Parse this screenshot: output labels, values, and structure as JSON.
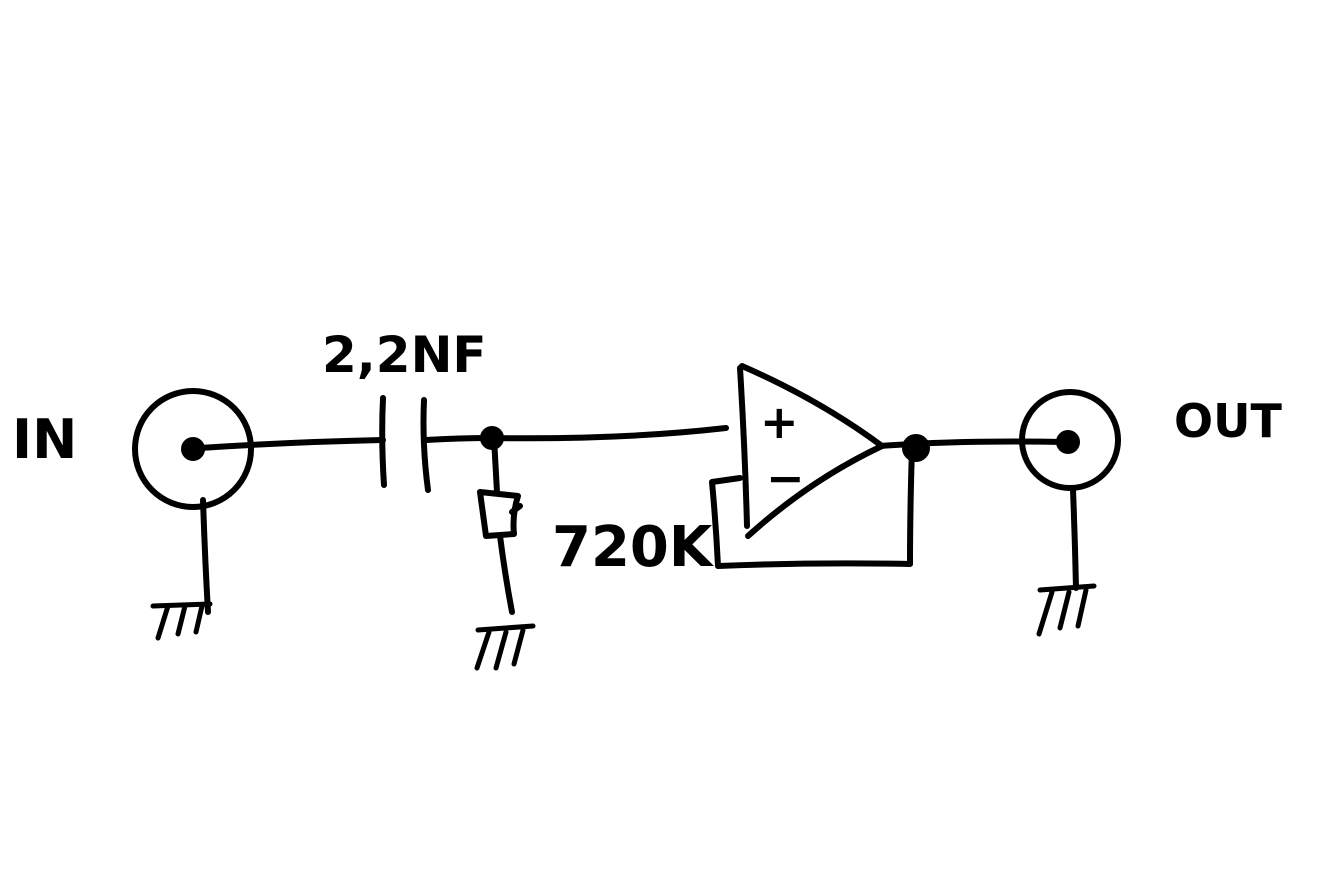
{
  "colors": {
    "ink": "#000000",
    "paper": "#ffffff"
  },
  "labels": {
    "input": "IN",
    "output": "OUT",
    "capacitor": "2,2NF",
    "resistor": "720K",
    "opamp_plus": "+",
    "opamp_minus": "−"
  }
}
